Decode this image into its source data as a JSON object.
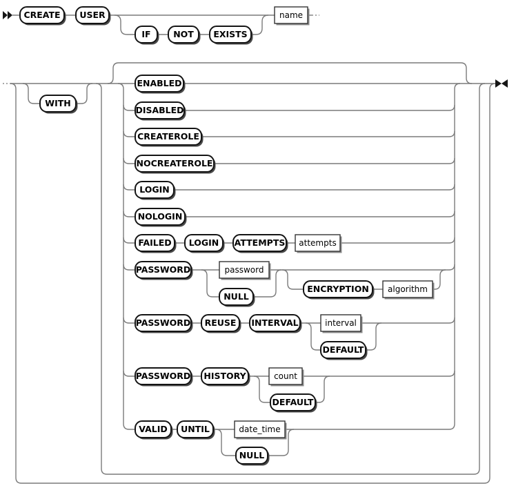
{
  "diagram": {
    "rule1": {
      "create": "CREATE",
      "user": "USER",
      "if_kw": "IF",
      "not_kw": "NOT",
      "exists_kw": "EXISTS",
      "name_var": "name"
    },
    "rule2": {
      "with_kw": "WITH",
      "options": {
        "enabled": "ENABLED",
        "disabled": "DISABLED",
        "createrole": "CREATEROLE",
        "nocreaterole": "NOCREATEROLE",
        "login": "LOGIN",
        "nologin": "NOLOGIN",
        "failed": "FAILED",
        "failed_login": "LOGIN",
        "attempts_kw": "ATTEMPTS",
        "attempts_var": "attempts",
        "password_kw": "PASSWORD",
        "password_var": "password",
        "password_null": "NULL",
        "encryption_kw": "ENCRYPTION",
        "algorithm_var": "algorithm",
        "reuse_password_kw": "PASSWORD",
        "reuse_kw": "REUSE",
        "interval_kw": "INTERVAL",
        "interval_var": "interval",
        "reuse_default_kw": "DEFAULT",
        "history_password_kw": "PASSWORD",
        "history_kw": "HISTORY",
        "count_var": "count",
        "history_default_kw": "DEFAULT",
        "valid_kw": "VALID",
        "until_kw": "UNTIL",
        "date_time_var": "date_time",
        "until_null": "NULL"
      }
    },
    "colors": {
      "line": "#7a7a7a",
      "box_border": "#141414",
      "shadow": "#4a4a4a",
      "text": "#000000",
      "background": "#ffffff"
    }
  }
}
